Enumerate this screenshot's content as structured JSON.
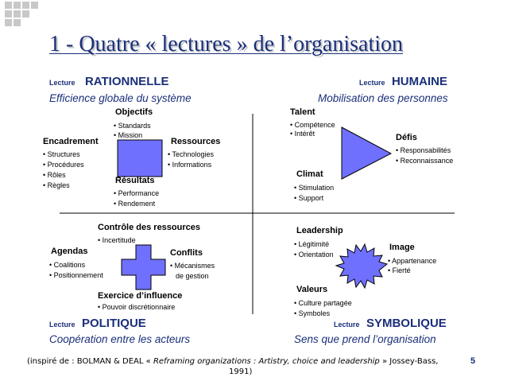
{
  "title": "1 - Quatre « lectures » de l’organisation",
  "lecture_word": "Lecture",
  "quadrants": {
    "rationnelle": {
      "name": "RATIONNELLE",
      "subtitle": "Efficience globale du système",
      "objectifs": {
        "heading": "Objectifs",
        "items": [
          "Standards",
          "Mission"
        ]
      },
      "encadrement": {
        "heading": "Encadrement",
        "items": [
          "Structures",
          "Procédures",
          "Rôles",
          "Règles"
        ]
      },
      "ressources": {
        "heading": "Ressources",
        "items": [
          "Technologies",
          "Informations"
        ]
      },
      "resultats": {
        "heading": "Résultats",
        "items": [
          "Performance",
          "Rendement"
        ]
      }
    },
    "humaine": {
      "name": "HUMAINE",
      "subtitle": "Mobilisation des personnes",
      "talent": {
        "heading": "Talent",
        "items": [
          "Compétence",
          "Intérêt"
        ]
      },
      "defis": {
        "heading": "Défis",
        "items": [
          "Responsabilités",
          "Reconnaissance"
        ]
      },
      "climat": {
        "heading": "Climat",
        "items": [
          "Stimulation",
          "Support"
        ]
      }
    },
    "politique": {
      "name": "POLITIQUE",
      "subtitle": "Coopération entre les acteurs",
      "controle": {
        "heading": "Contrôle des ressources",
        "items": [
          "Incertitude"
        ]
      },
      "agendas": {
        "heading": "Agendas",
        "items": [
          "Coalitions",
          "Positionnement"
        ]
      },
      "conflits": {
        "heading": "Conflits",
        "items": [
          "Mécanismes",
          "de gestion"
        ]
      },
      "exercice": {
        "heading": "Exercice d’influence",
        "items": [
          "Pouvoir discrétionnaire"
        ]
      }
    },
    "symbolique": {
      "name": "SYMBOLIQUE",
      "subtitle": "Sens que prend l’organisation",
      "leadership": {
        "heading": "Leadership",
        "items": [
          "Légitimité",
          "Orientation"
        ]
      },
      "image": {
        "heading": "Image",
        "items": [
          "Appartenance",
          "Fierté"
        ]
      },
      "valeurs": {
        "heading": "Valeurs",
        "items": [
          "Culture partagée",
          "Symboles"
        ]
      }
    }
  },
  "footer": {
    "prefix": "(inspiré de : BOLMAN & DEAL «",
    "book": "Reframing organizations : Artistry, choice and leadership",
    "suffix": "» Jossey-Bass,",
    "year": "1991)"
  },
  "page_number": "5",
  "colors": {
    "accent": "#7070ff",
    "title": "#1a2f7a"
  }
}
